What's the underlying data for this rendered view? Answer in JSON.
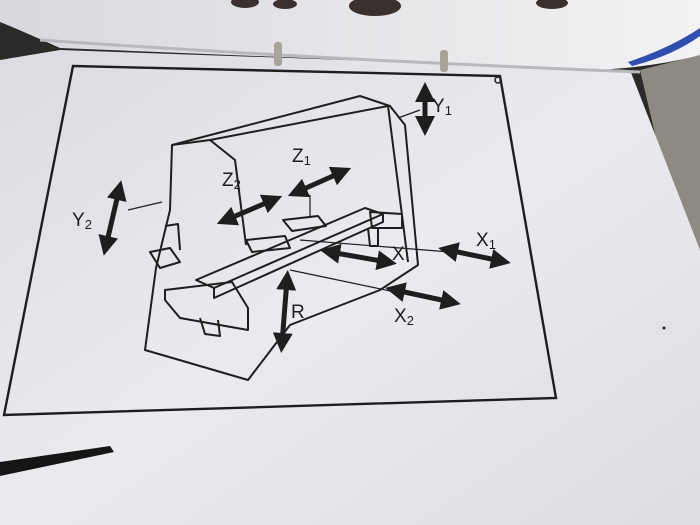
{
  "diagram": {
    "axes": [
      {
        "id": "y1",
        "label": "Y",
        "sub": "1"
      },
      {
        "id": "y2",
        "label": "Y",
        "sub": "2"
      },
      {
        "id": "z1",
        "label": "Z",
        "sub": "1"
      },
      {
        "id": "z2",
        "label": "Z",
        "sub": "2"
      },
      {
        "id": "x",
        "label": "X",
        "sub": ""
      },
      {
        "id": "x1",
        "label": "X",
        "sub": "1"
      },
      {
        "id": "x2",
        "label": "X",
        "sub": "2"
      },
      {
        "id": "r",
        "label": "R",
        "sub": ""
      }
    ]
  },
  "colors": {
    "paper": "#e9e8ec",
    "ink": "#1e1e1e",
    "dark_bg": "#2b2a28",
    "blue_stripe": "#2f4fb0"
  }
}
